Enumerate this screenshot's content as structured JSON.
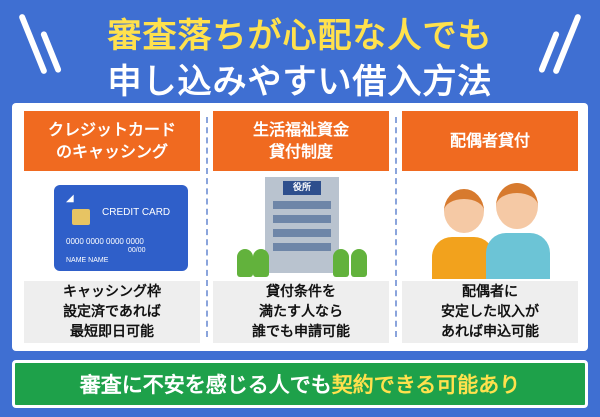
{
  "title": {
    "line1": "審査落ちが心配な人でも",
    "line2": "申し込みやすい借入方法"
  },
  "columns": [
    {
      "heading_line1": "クレジットカード",
      "heading_line2": "のキャッシング",
      "image": {
        "type": "credit-card-illustration",
        "card_label": "CREDIT CARD",
        "card_number": "0000  0000  0000  0000",
        "card_expiry": "00/00",
        "card_name": "NAME  NAME"
      },
      "desc_line1": "キャッシング枠",
      "desc_line2": "設定済であれば",
      "desc_line3": "最短即日可能"
    },
    {
      "heading_line1": "生活福祉資金",
      "heading_line2": "貸付制度",
      "image": {
        "type": "government-building-illustration",
        "sign": "役所"
      },
      "desc_line1": "貸付条件を",
      "desc_line2": "満たす人なら",
      "desc_line3": "誰でも申請可能"
    },
    {
      "heading_line1": "配偶者貸付",
      "heading_line2": "",
      "image": {
        "type": "couple-illustration"
      },
      "desc_line1": "配偶者に",
      "desc_line2": "安定した収入が",
      "desc_line3": "あれば申込可能"
    }
  ],
  "bottom": {
    "text_white": "審査に不安を感じる人でも",
    "text_yellow": "契約できる可能あり"
  },
  "colors": {
    "background": "#3f6fd2",
    "heading_orange": "#f06a20",
    "title_yellow": "#ffe14d",
    "bottom_green": "#1ea14a"
  }
}
